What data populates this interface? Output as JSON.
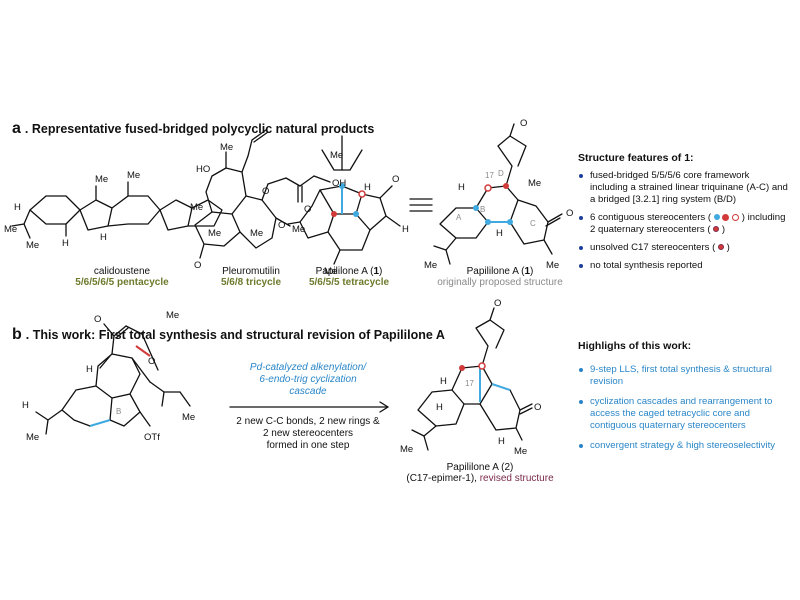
{
  "section_a": {
    "letter": "a",
    "title": ". Representative fused-bridged polycyclic natural products",
    "compounds": [
      {
        "name": "calidoustene",
        "type_label": "5/6/5/6/5 pentacycle"
      },
      {
        "name": "Pleuromutilin",
        "type_label": "5/6/8 tricycle"
      },
      {
        "name": "Papililone A (",
        "num": "1",
        "name_end": ")",
        "type_label": "5/6/5/5 tetracycle"
      },
      {
        "name": "Papililone A (",
        "num": "1",
        "name_end": ")",
        "type_label": "originally proposed structure"
      }
    ],
    "features": {
      "title": "Structure features of 1:",
      "items": [
        "fused-bridged 5/5/5/6 core framework including a strained linear triquinane (A-C) and a bridged [3.2.1] ring system (B/D)",
        "6 contiguous stereocenters ( ",
        " ) including 2 quaternary stereocenters ( ",
        " )",
        "unsolved C17 stereocenters ( ",
        " )",
        "no total synthesis reported"
      ]
    }
  },
  "section_b": {
    "letter": "b",
    "title": ". This work: First total synthesis and structural revision of Papililone A",
    "conditions_italic": [
      "Pd-catalyzed alkenylation/",
      "6-endo-trig cyclization",
      "cascade"
    ],
    "conditions_plain": [
      "2 new C-C bonds, 2 new rings &",
      "2 new stereocenters",
      "formed in one step"
    ],
    "product_name": "Papililone A (2)",
    "product_note_a": "(C17-epimer-1), ",
    "product_note_b": "revised structure",
    "highlights": {
      "title": "Highlighs of this work:",
      "items": [
        "9-step LLS, first total synthesis & structural revision",
        "cyclization cascades and rearrangement to access the caged tetracyclic core and contiguous quaternary stereocenters",
        "convergent strategy & high stereoselectivity"
      ]
    }
  },
  "atom_labels": {
    "me": "Me",
    "h": "H",
    "o": "O",
    "ho": "HO",
    "oh": "OH",
    "otf": "OTf",
    "c17": "17",
    "ring_a": "A",
    "ring_b": "B",
    "ring_c": "C",
    "ring_d": "D"
  },
  "colors": {
    "cyan_dot": "#3fa9e0",
    "red_dot": "#d23a3a",
    "olive": "#6e7a2c",
    "highlight_blue": "#2a86c8",
    "revised": "#7a2a4a",
    "bond": "#111111"
  }
}
